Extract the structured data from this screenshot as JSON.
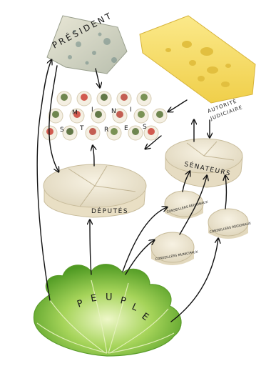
{
  "nodes": {
    "president": "PRÉSIDENT",
    "autorite_judiciaire_line1": "AUTORITÉ",
    "autorite_judiciaire_line2": "JUDICIAIRE",
    "ministres": [
      "M",
      "I",
      "N",
      "I",
      "S",
      "T",
      "R",
      "E",
      "S"
    ],
    "deputes": "DÉPUTÉS",
    "senateurs": "SÉNATEURS",
    "conseillers_regionaux_1": "CONSEILLERS RÉGIONAUX",
    "conseillers_regionaux_2": "CONSEILLERS RÉGIONAUX",
    "conseillers_municipaux": "CONSEILLERS MUNICIPAUX",
    "peuple": [
      "P",
      "E",
      "U",
      "P",
      "L",
      "E"
    ]
  }
}
